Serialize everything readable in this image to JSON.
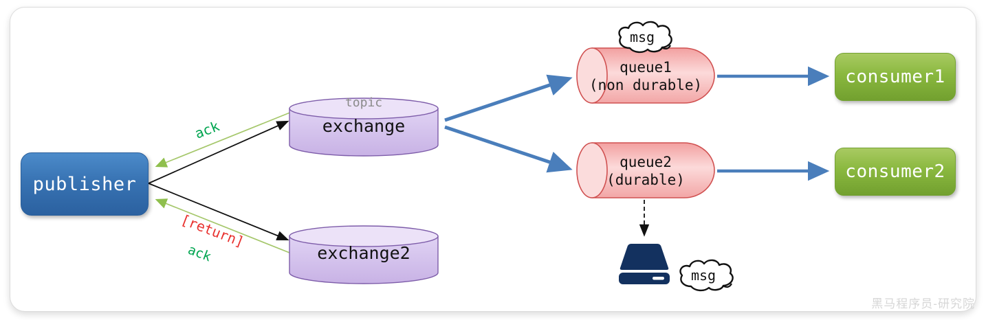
{
  "diagram": {
    "title_hint": "message broker publish/subscribe flow",
    "colors": {
      "publisher_blue": "#3873b3",
      "exchange_purple": "#d6c6ef",
      "queue_pink": "#f7b3b3",
      "consumer_green": "#8ab83f",
      "arrow_blue": "#4a7ebb",
      "ack_green": "#00a550",
      "return_red": "#e8312e",
      "disk_navy": "#13315f"
    },
    "nodes": {
      "publisher": {
        "label": "publisher"
      },
      "exchange": {
        "type_label": "topic",
        "label": "exchange"
      },
      "exchange2": {
        "label": "exchange2"
      },
      "queue1": {
        "label": "queue1",
        "sublabel": "(non durable)"
      },
      "queue2": {
        "label": "queue2",
        "sublabel": "(durable)"
      },
      "consumer1": {
        "label": "consumer1"
      },
      "consumer2": {
        "label": "consumer2"
      }
    },
    "clouds": {
      "queue1_msg": "msg",
      "disk_msg": "msg"
    },
    "edge_labels": {
      "ack_top": "ack",
      "return_tag": "[return]",
      "ack_bottom": "ack"
    },
    "watermark": {
      "text": "黑马程序员-研究院"
    }
  }
}
